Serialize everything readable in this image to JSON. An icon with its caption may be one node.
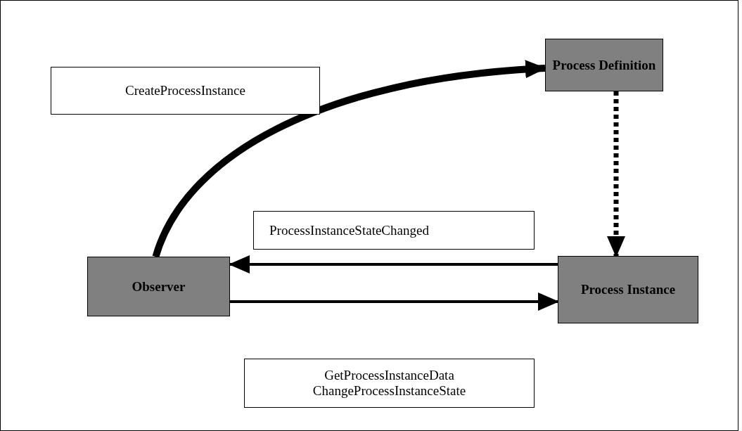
{
  "diagram": {
    "nodes": [
      {
        "text": [
          "Process Definition"
        ]
      },
      {
        "text": [
          "Observer"
        ]
      },
      {
        "text": [
          "Process Instance"
        ]
      },
      {
        "text": [
          "CreateProcessInstance"
        ]
      },
      {
        "text": [
          "ProcessInstanceStateChanged"
        ]
      },
      {
        "text": [
          "GetProcessInstanceData",
          "ChangeProcessInstanceState"
        ]
      }
    ],
    "edges": [
      {
        "from": 1,
        "to": 0,
        "arrow": "to",
        "style": "thick"
      },
      {
        "from": 0,
        "to": 2,
        "arrow": "to",
        "style": "dashed"
      },
      {
        "from": 2,
        "to": 1,
        "arrow": "to"
      },
      {
        "from": 1,
        "to": 2,
        "arrow": "to"
      }
    ]
  }
}
